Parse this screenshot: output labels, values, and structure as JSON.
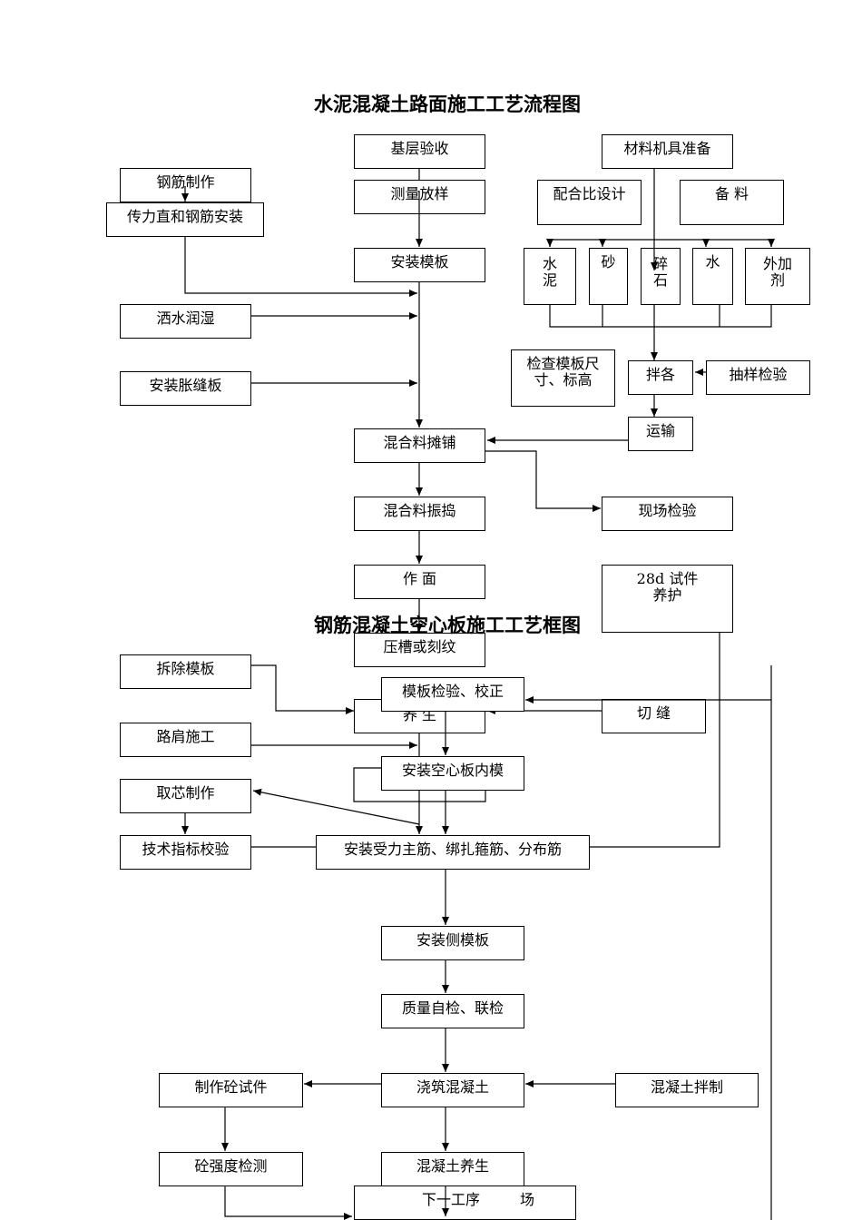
{
  "titles": {
    "flow1": "水泥混凝土路面施工工艺流程图",
    "flow2": "钢筋混凝土空心板施工工艺框图"
  },
  "flow1": {
    "base_check": "基层验收",
    "survey": "测量放样",
    "formwork": "安装模板",
    "rebar_make": "钢筋制作",
    "rebar_install": "传力直和钢筋安装",
    "wet": "洒水润湿",
    "expansion": "安装胀缝板",
    "materials": "材料机具准备",
    "mix_design": "配合比设计",
    "prepare": "备 料",
    "cement": "水泥",
    "sand": "砂",
    "gravel": "碎石",
    "water": "水",
    "additive": "外加剂",
    "check_form": "检查模板尺寸、标高",
    "mixing": "拌各",
    "sampling": "抽样检验",
    "transport": "运输",
    "spread": "混合料摊铺",
    "vibrate": "混合料振捣",
    "field_test": "现场检验",
    "surface": "作 面",
    "specimen": "28d 试件养护",
    "groove": "压槽或刻纹",
    "remove_form": "拆除模板",
    "shoulder": "路肩施工",
    "core": "取芯制作",
    "tech_check": "技术指标校验",
    "cure": "养 生",
    "cut": "切 缝",
    "next": "下一工序",
    "site_fragment": "场"
  },
  "flow2": {
    "form_check": "模板检验、校正",
    "inner_form": "安装空心板内模",
    "rebar": "安装受力主筋、绑扎箍筋、分布筋",
    "side_form": "安装侧模板",
    "self_check": "质量自检、联检",
    "pour": "浇筑混凝土",
    "specimen_make": "制作砼试件",
    "mix_concrete": "混凝土拌制",
    "strength": "砼强度检测",
    "cure": "混凝土养生"
  }
}
